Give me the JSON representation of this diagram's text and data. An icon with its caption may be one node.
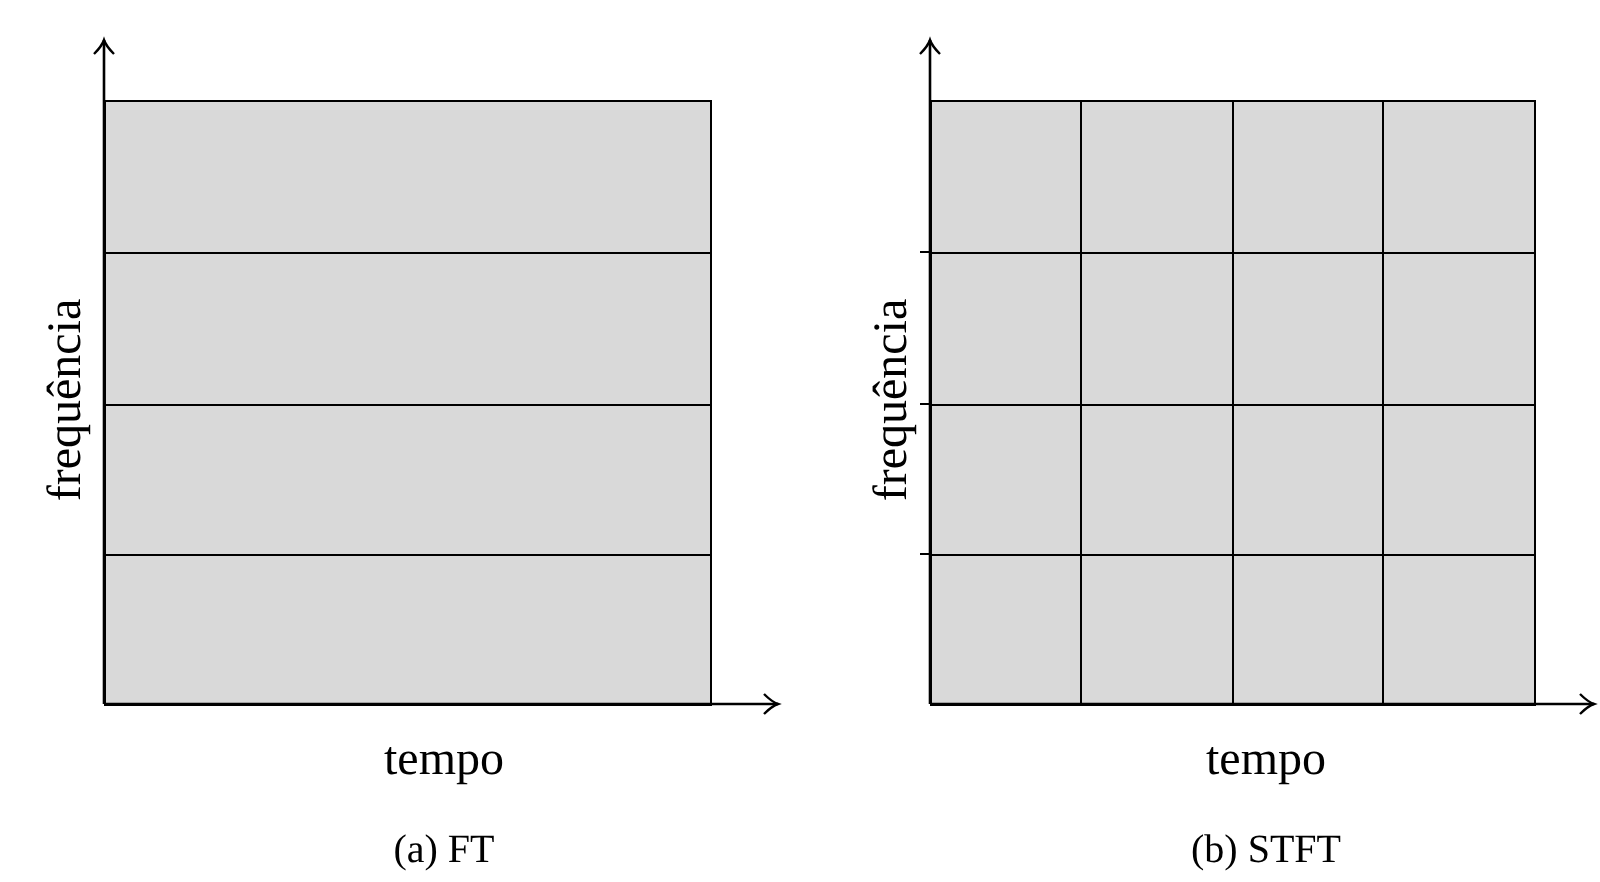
{
  "diagram": {
    "nodes": [
      {
        "text": [],
        "shape": "box"
      },
      {
        "text": [],
        "shape": "box"
      },
      {
        "text": [],
        "shape": "box"
      },
      {
        "text": [],
        "shape": "box"
      },
      {
        "text": [],
        "shape": "box"
      },
      {
        "text": [],
        "shape": "box"
      },
      {
        "text": [],
        "shape": "box"
      },
      {
        "text": [],
        "shape": "box"
      },
      {
        "text": [],
        "shape": "box"
      },
      {
        "text": [],
        "shape": "box"
      },
      {
        "text": [],
        "shape": "box"
      },
      {
        "text": [],
        "shape": "box"
      },
      {
        "text": [],
        "shape": "box"
      },
      {
        "text": [],
        "shape": "box"
      },
      {
        "text": [],
        "shape": "box"
      },
      {
        "text": [],
        "shape": "box"
      },
      {
        "text": [],
        "shape": "box"
      },
      {
        "text": [],
        "shape": "box"
      },
      {
        "text": [],
        "shape": "box"
      },
      {
        "text": [],
        "shape": "box"
      }
    ],
    "labels": [
      "frequência",
      "tempo",
      "(a) FT",
      "frequência",
      "tempo",
      "(b) STFT"
    ]
  }
}
